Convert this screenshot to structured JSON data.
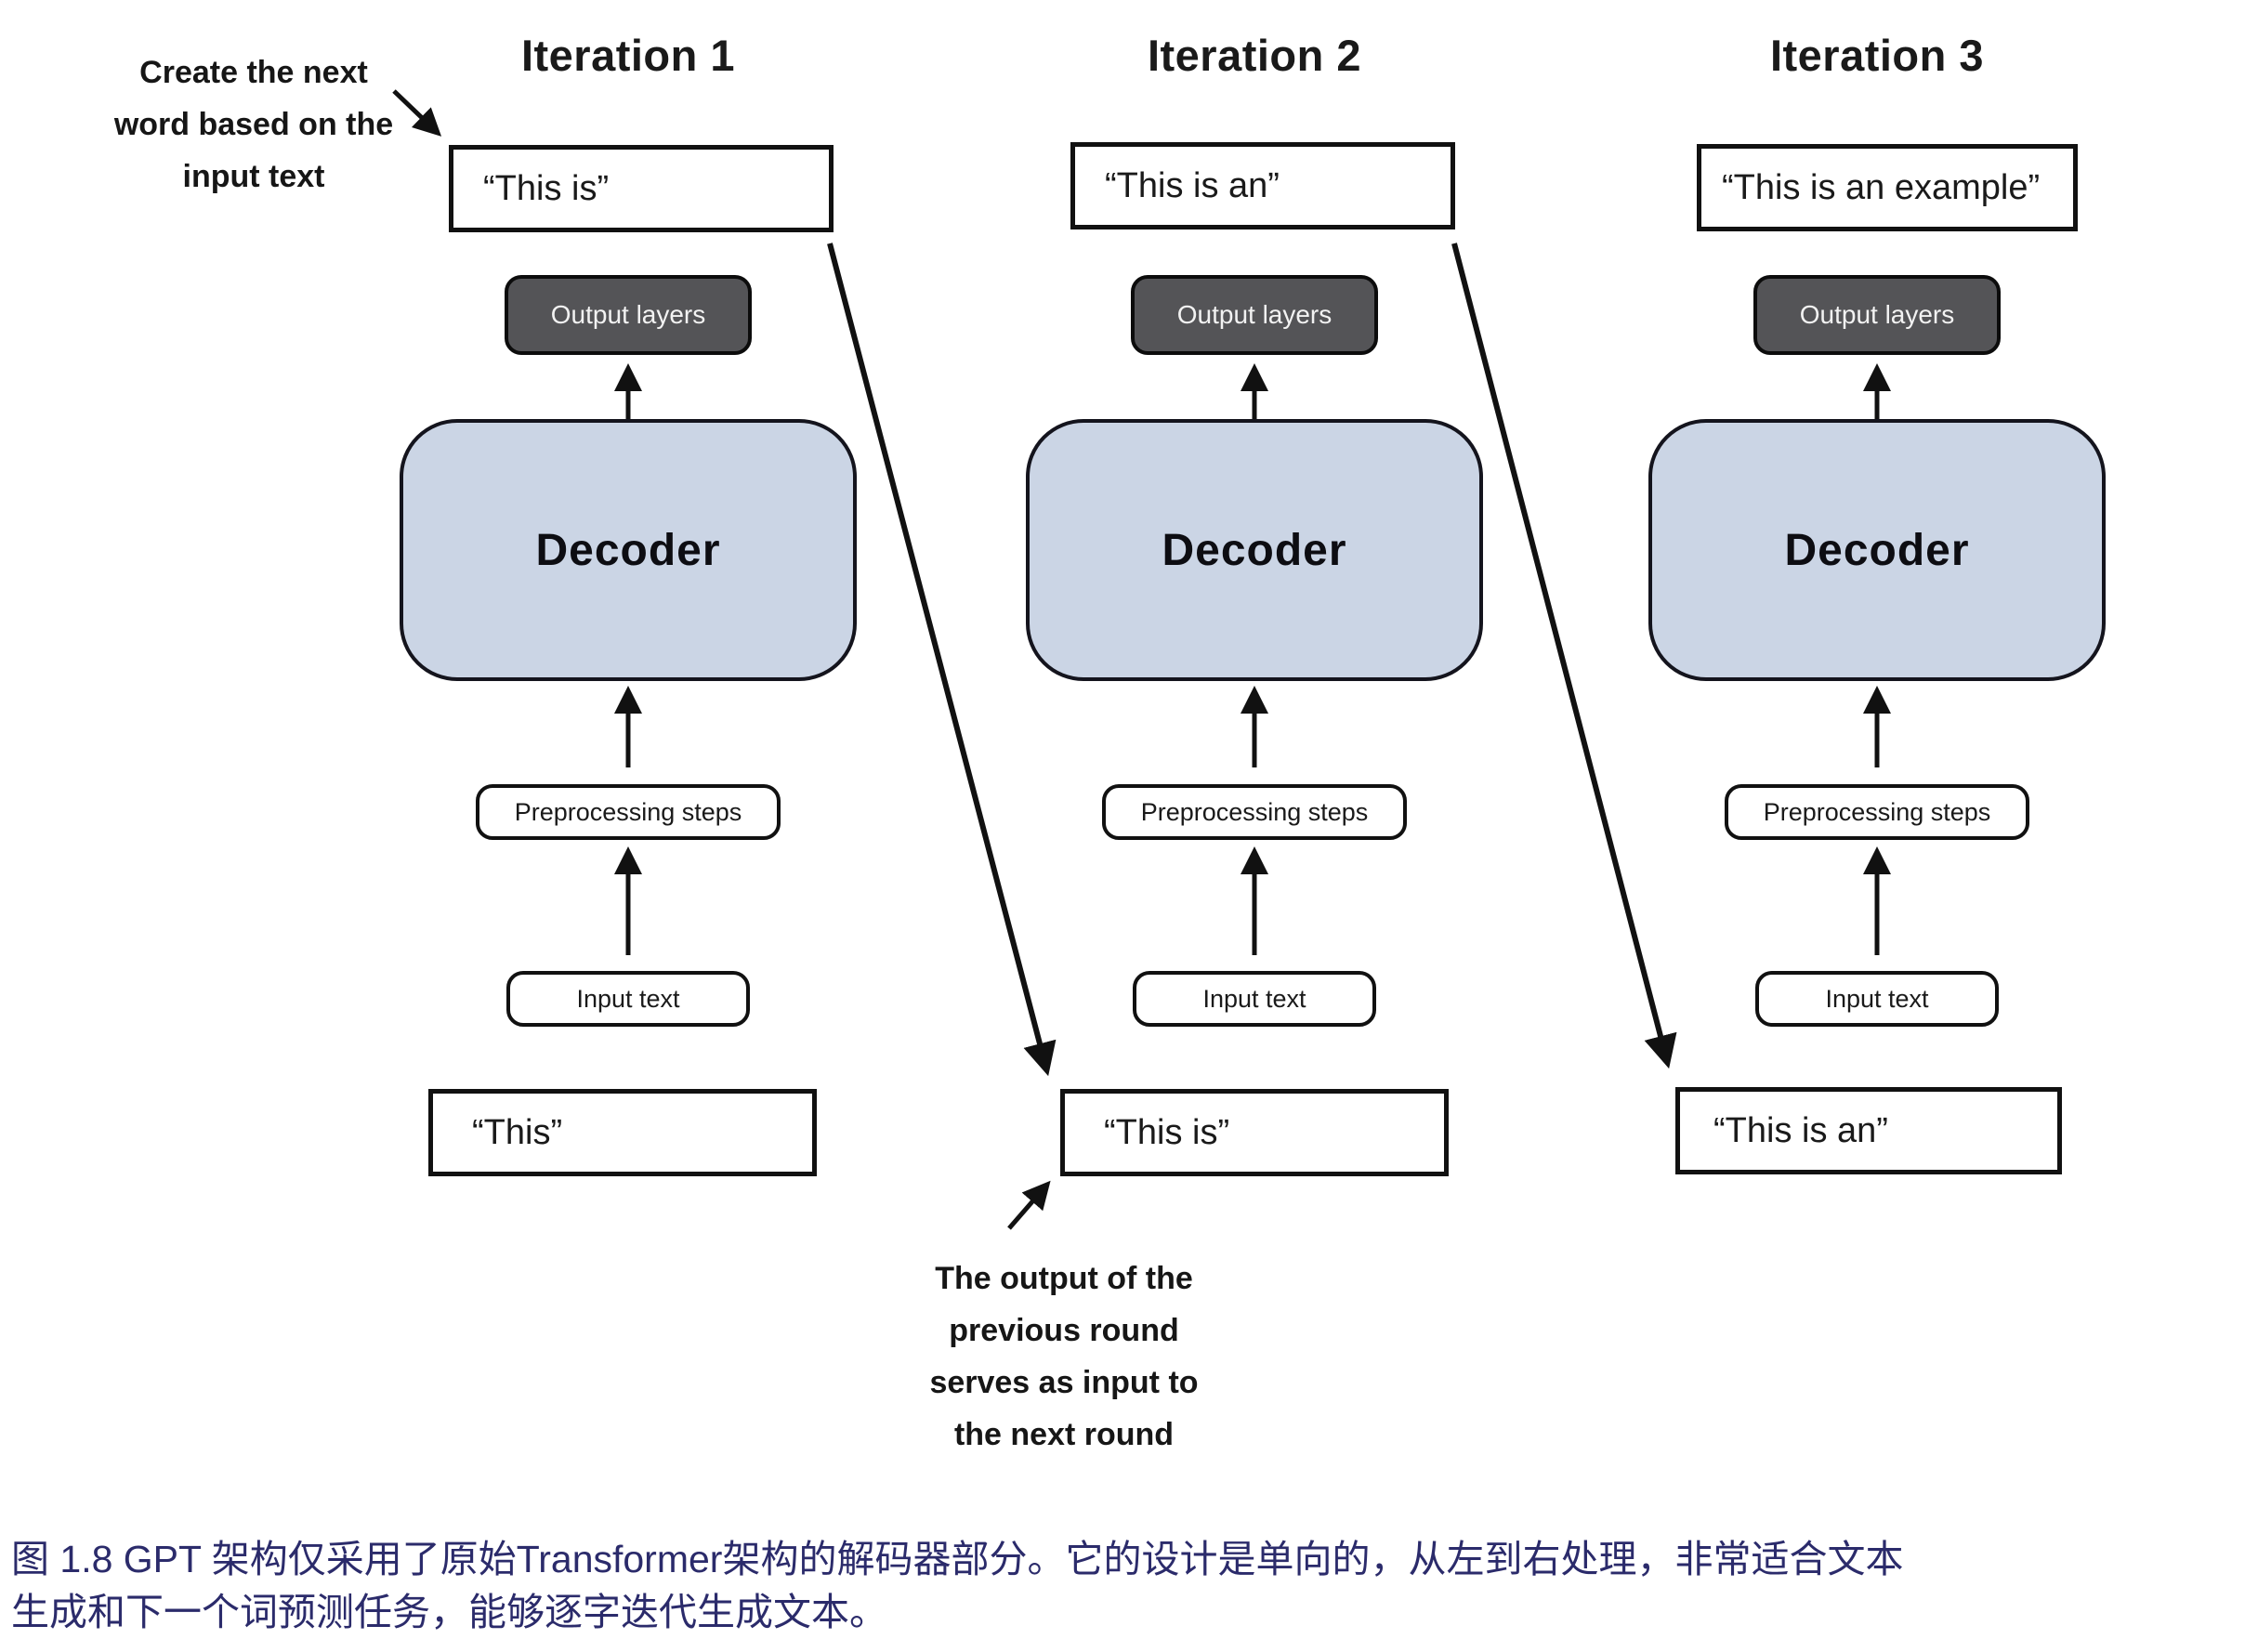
{
  "figure": {
    "annotations": {
      "top_note": "Create the next\nword based on the\ninput text",
      "bottom_note": "The output of the\nprevious round\nserves as input to\nthe next round"
    },
    "iterations": [
      {
        "title": "Iteration 1",
        "generated_text": "“This is”",
        "output_layers_label": "Output layers",
        "decoder_label": "Decoder",
        "preprocessing_label": "Preprocessing steps",
        "input_label": "Input text",
        "input_string": "“This”"
      },
      {
        "title": "Iteration 2",
        "generated_text": "“This is an”",
        "output_layers_label": "Output layers",
        "decoder_label": "Decoder",
        "preprocessing_label": "Preprocessing steps",
        "input_label": "Input text",
        "input_string": "“This is”"
      },
      {
        "title": "Iteration 3",
        "generated_text": "“This is an example”",
        "output_layers_label": "Output layers",
        "decoder_label": "Decoder",
        "preprocessing_label": "Preprocessing steps",
        "input_label": "Input text",
        "input_string": "“This is an”"
      }
    ],
    "caption": {
      "line1": "图 1.8  GPT 架构仅采用了原始Transformer架构的解码器部分。它的设计是单向的，从左到右处理，非常适合文本",
      "line2": "生成和下一个词预测任务，能够逐字迭代生成文本。"
    },
    "colors": {
      "decoder_fill": "#cbd5e5",
      "output_layers_fill": "#545457",
      "caption_text": "#2b2b6b",
      "arrow": "#111111"
    }
  }
}
